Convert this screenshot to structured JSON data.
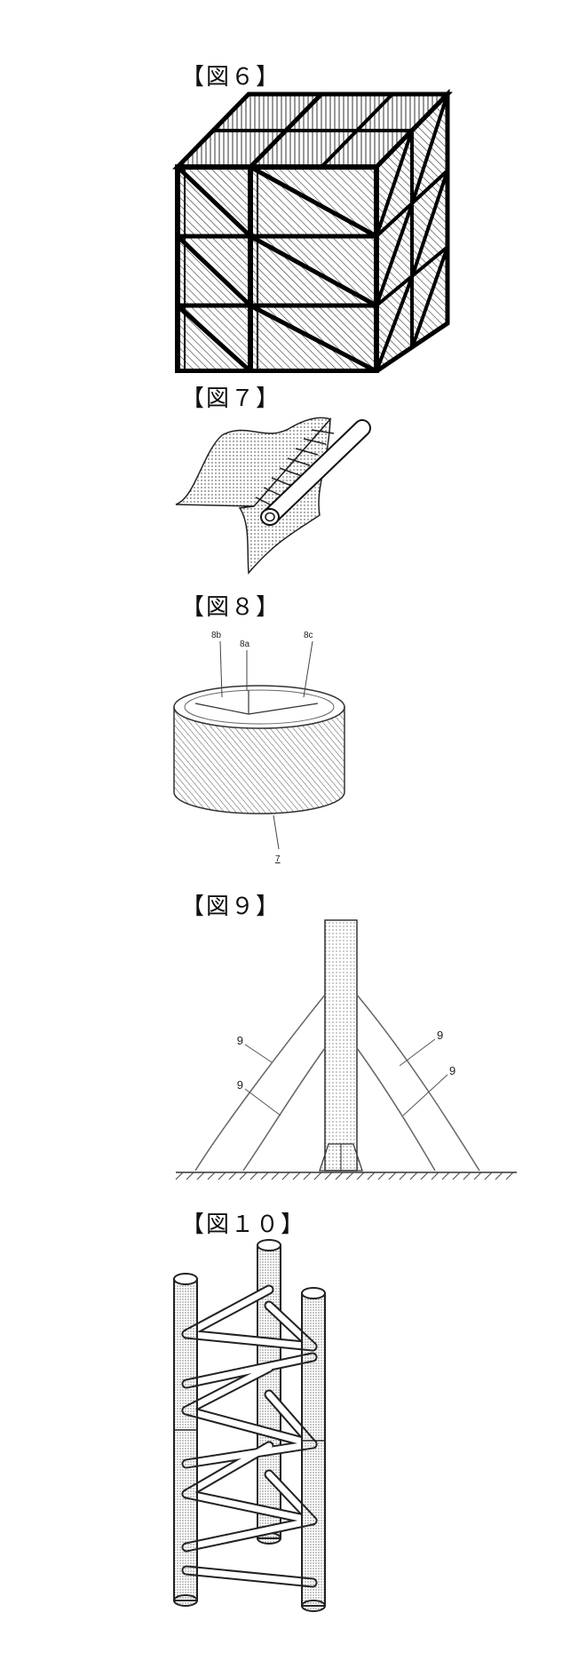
{
  "figures": [
    {
      "label": "【図６】"
    },
    {
      "label": "【図７】"
    },
    {
      "label": "【図８】",
      "callouts": {
        "a": "8a",
        "b": "8b",
        "c": "8c",
        "body": "7"
      }
    },
    {
      "label": "【図９】",
      "callouts": {
        "upper_left": "9",
        "lower_left": "9",
        "upper_right": "9",
        "lower_right": "9"
      }
    },
    {
      "label": "【図１０】"
    }
  ],
  "colors": {
    "ink": "#111111",
    "line": "#444444"
  }
}
